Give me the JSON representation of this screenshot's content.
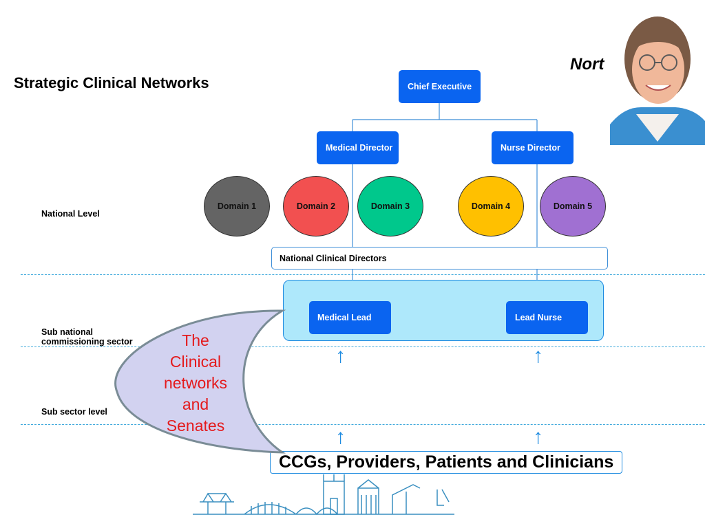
{
  "title": "Strategic Clinical Networks",
  "header_partial": "Nort",
  "org": {
    "chief_executive": "Chief Executive",
    "medical_director": "Medical Director",
    "nurse_director": "Nurse Director",
    "domains": [
      {
        "label": "Domain 1",
        "color": "#646464"
      },
      {
        "label": "Domain 2",
        "color": "#f25050"
      },
      {
        "label": "Domain 3",
        "color": "#00c88c"
      },
      {
        "label": "Domain 4",
        "color": "#ffc000"
      },
      {
        "label": "Domain 5",
        "color": "#a070d2"
      }
    ],
    "national_clinical_directors": "National Clinical Directors",
    "medical_lead": "Medical Lead",
    "lead_nurse": "Lead Nurse"
  },
  "levels": {
    "national": "National Level",
    "sub_national_line1": "Sub national",
    "sub_national_line2": "commissioning sector",
    "sub_sector": "Sub sector level"
  },
  "lens_text": [
    "The",
    "Clinical",
    "networks",
    "and",
    "Senates"
  ],
  "ccg_label": "CCGs, Providers, Patients and Clinicians",
  "arrow_glyph": "↑",
  "colors": {
    "accent_blue": "#0a64f0",
    "dashed_line": "#3fa9dc",
    "lens_fill": "#d2d2f0",
    "lens_text": "#e41a1c"
  }
}
